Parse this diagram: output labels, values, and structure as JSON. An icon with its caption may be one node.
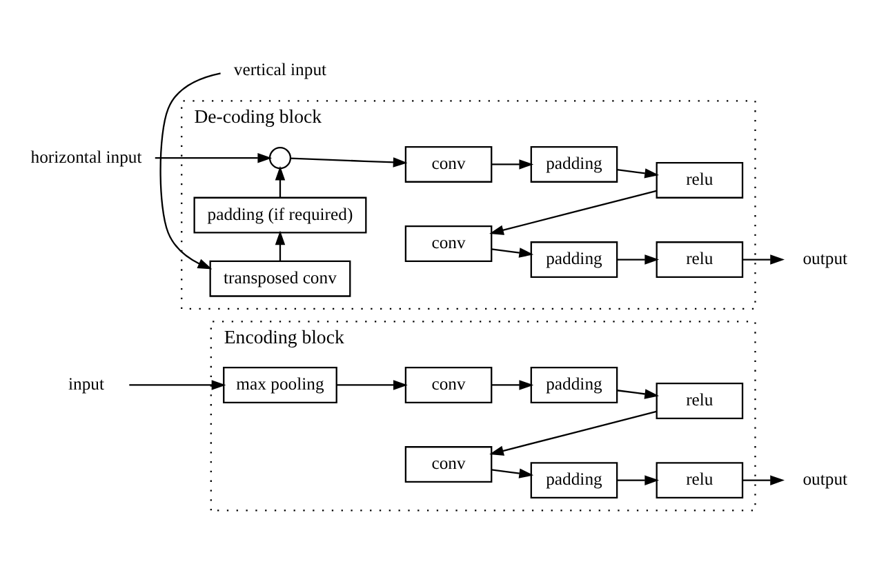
{
  "diagram": {
    "nodes": [
      {
        "text": [
          "Encoding block"
        ]
      },
      {
        "text": [
          "input"
        ]
      },
      {
        "text": [
          "max pooling"
        ],
        "in": 0
      },
      {
        "text": [
          "conv"
        ],
        "in": 0
      },
      {
        "text": [
          "padding"
        ],
        "in": 0
      },
      {
        "text": [
          "relu"
        ],
        "in": 0
      },
      {
        "text": [
          "conv"
        ],
        "in": 0
      },
      {
        "text": [
          "padding"
        ],
        "in": 0
      },
      {
        "text": [
          "relu"
        ],
        "in": 0
      },
      {
        "text": [
          "output"
        ]
      },
      {
        "text": [
          "De-coding block"
        ]
      },
      {
        "text": [
          "horizontal input"
        ]
      },
      {
        "text": [],
        "shape": "circle",
        "in": 10
      },
      {
        "text": [
          "padding (if required)"
        ],
        "in": 10
      },
      {
        "text": [
          "transposed conv"
        ],
        "in": 10
      },
      {
        "text": [
          "vertical input"
        ]
      },
      {
        "text": [
          "conv"
        ],
        "in": 10
      },
      {
        "text": [
          "padding"
        ],
        "in": 10
      },
      {
        "text": [
          "relu"
        ],
        "in": 10
      },
      {
        "text": [
          "conv"
        ],
        "in": 10
      },
      {
        "text": [
          "padding"
        ],
        "in": 10
      },
      {
        "text": [
          "relu"
        ],
        "in": 10
      },
      {
        "text": [
          "output"
        ]
      }
    ],
    "edges": [
      {
        "from": 1,
        "to": 2,
        "arrow": "to"
      },
      {
        "from": 2,
        "to": 3,
        "arrow": "to"
      },
      {
        "from": 3,
        "to": 4,
        "arrow": "to"
      },
      {
        "from": 4,
        "to": 5,
        "arrow": "to"
      },
      {
        "from": 5,
        "to": 6,
        "arrow": "to"
      },
      {
        "from": 6,
        "to": 7,
        "arrow": "to"
      },
      {
        "from": 7,
        "to": 8,
        "arrow": "to"
      },
      {
        "from": 8,
        "to": 9,
        "arrow": "to"
      },
      {
        "from": 11,
        "to": 12,
        "arrow": "to"
      },
      {
        "from": 15,
        "to": 14,
        "arrow": "to"
      },
      {
        "from": 14,
        "to": 13,
        "arrow": "to"
      },
      {
        "from": 13,
        "to": 12,
        "arrow": "to"
      },
      {
        "from": 12,
        "to": 16,
        "arrow": "to"
      },
      {
        "from": 16,
        "to": 17,
        "arrow": "to"
      },
      {
        "from": 17,
        "to": 18,
        "arrow": "to"
      },
      {
        "from": 18,
        "to": 19,
        "arrow": "to"
      },
      {
        "from": 19,
        "to": 20,
        "arrow": "to"
      },
      {
        "from": 20,
        "to": 21,
        "arrow": "to"
      },
      {
        "from": 21,
        "to": 22,
        "arrow": "to"
      }
    ]
  }
}
